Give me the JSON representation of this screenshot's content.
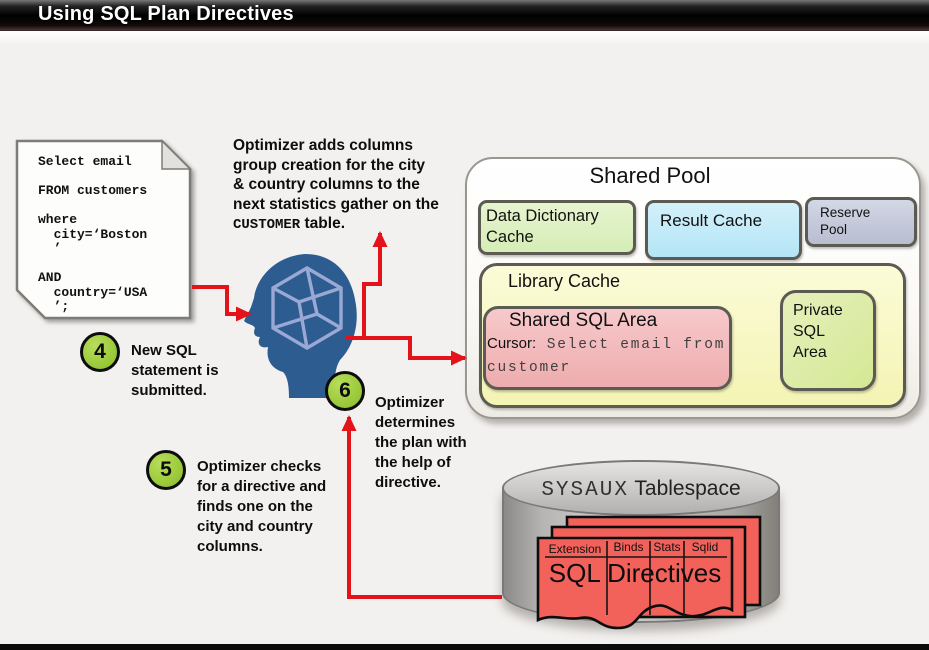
{
  "title": "Using SQL Plan Directives",
  "sql_box": {
    "code": "Select email\n\nFROM customers\n\nwhere\n  city=‘Boston\n  ’\n\nAND\n  country=‘USA\n  ’;"
  },
  "note": {
    "pre": "Optimizer adds columns\ngroup creation for the city\n& country columns to the\nnext statistics gather on the\n",
    "code": "CUSTOMER",
    "post": " table."
  },
  "steps": [
    {
      "num": "4",
      "text": "New SQL\nstatement is\nsubmitted."
    },
    {
      "num": "5",
      "text": "Optimizer checks\nfor a directive and\nfinds one on the\ncity and country\ncolumns."
    },
    {
      "num": "6",
      "text": "Optimizer\ndetermines\nthe plan with\nthe help of\ndirective."
    }
  ],
  "shared_pool": {
    "title": "Shared Pool",
    "data_dictionary_cache": "Data Dictionary\nCache",
    "result_cache": "Result Cache",
    "reserve_pool": "Reserve\nPool",
    "library_cache": "Library Cache",
    "shared_sql_area": "Shared SQL Area",
    "cursor_label": "Cursor:",
    "cursor_code": " Select email from\ncustomer",
    "private_sql_area": "Private\nSQL\nArea"
  },
  "sysaux": {
    "name_mono": "SYSAUX",
    "name_rest": " Tablespace",
    "columns": [
      "Extension",
      "Binds",
      "Stats",
      "Sqlid"
    ],
    "label": "SQL Directives"
  },
  "colors": {
    "arrow_red": "#e41319",
    "step_green": "#9cca3c",
    "head_blue": "#2d5c90",
    "cube_blue": "#9aa8d4",
    "library_yellow": "#f6f6ba",
    "shared_sql_pink": "#f1b9bb",
    "dictionary_green": "#dcefbf",
    "result_blue": "#bfe8f7",
    "reserve_gray": "#c2c7d8",
    "private_green": "#dcea9e",
    "directive_red": "#f2615b",
    "cylinder_gray": "#b7b5b3"
  }
}
